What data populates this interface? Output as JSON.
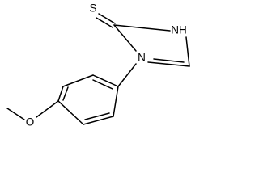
{
  "structure": {
    "atoms": {
      "thione_s": "S",
      "nh": "NH",
      "n1": "N",
      "methoxy_o": "O"
    }
  }
}
